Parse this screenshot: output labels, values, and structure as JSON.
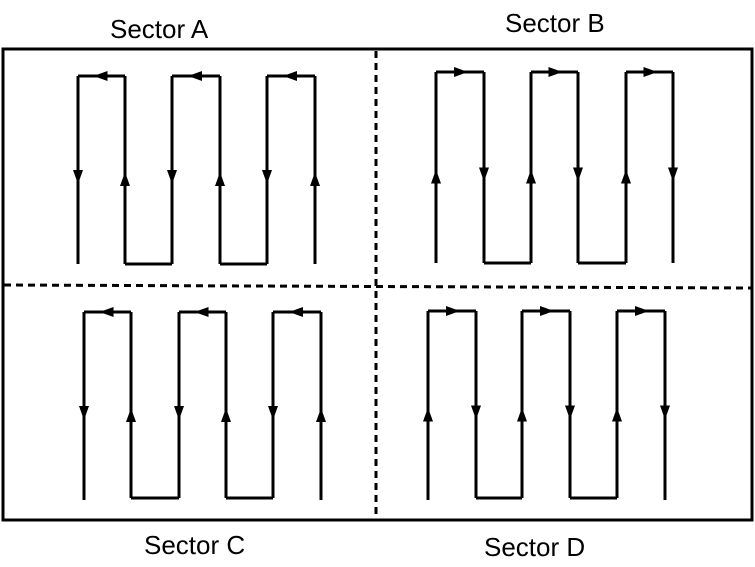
{
  "sectors": {
    "a": {
      "label": "Sector A",
      "start": "bottom-right",
      "direction": "leftward"
    },
    "b": {
      "label": "Sector B",
      "start": "bottom-left",
      "direction": "rightward"
    },
    "c": {
      "label": "Sector C",
      "start": "bottom-right",
      "direction": "leftward"
    },
    "d": {
      "label": "Sector D",
      "start": "bottom-left",
      "direction": "rightward"
    }
  },
  "colors": {
    "line": "#000000",
    "background": "#ffffff"
  }
}
